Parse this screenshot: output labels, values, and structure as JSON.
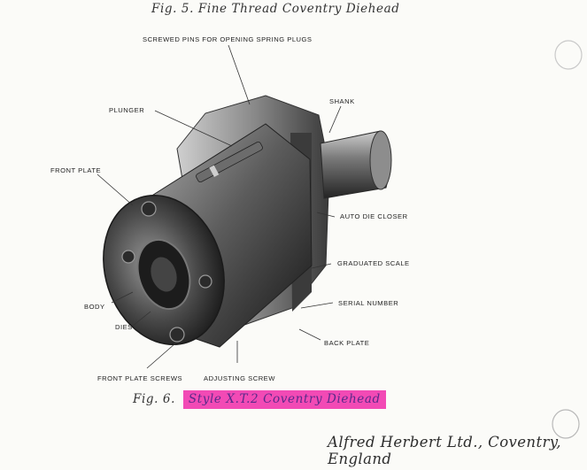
{
  "captions": {
    "fig5": "Fig. 5.  Fine Thread Coventry Diehead",
    "fig6_prefix": "Fig. 6.",
    "fig6_highlight": "Style X.T.2 Coventry Diehead"
  },
  "labels": {
    "screwed_pins": "SCREWED PINS FOR OPENING SPRING PLUGS",
    "plunger": "PLUNGER",
    "shank": "SHANK",
    "front_plate": "FRONT PLATE",
    "auto_die_closer": "AUTO DIE CLOSER",
    "graduated_scale": "GRADUATED SCALE",
    "serial_number": "SERIAL NUMBER",
    "body": "BODY",
    "dies": "DIES",
    "back_plate": "BACK PLATE",
    "front_plate_screws": "FRONT PLATE SCREWS",
    "adjusting_screw": "ADJUSTING SCREW"
  },
  "footer": "Alfred Herbert Ltd., Coventry, England",
  "colors": {
    "highlight": "#f24ab5",
    "paper": "#fbfbf8"
  }
}
